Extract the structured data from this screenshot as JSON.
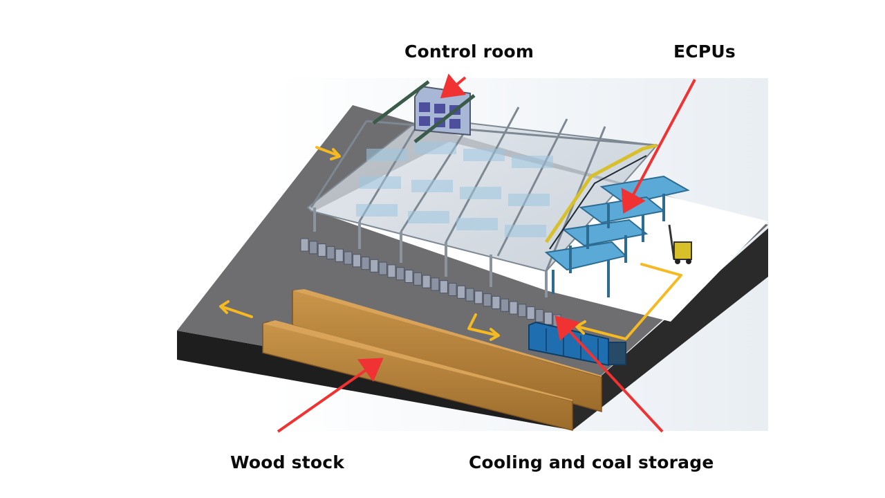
{
  "labels": {
    "control_room": "Control room",
    "ecpus": "ECPUs",
    "wood_stock": "Wood stock",
    "cooling_coal_storage": "Cooling and coal storage"
  },
  "colors": {
    "pointer_arrow": "#f03232",
    "flow_arrow": "#f5b921",
    "ground": "#6e6e70",
    "slab_edge": "#1e1e1e",
    "floor": "#ffffff",
    "roof": "#c9d0d8",
    "machinery": "#5aa9d6",
    "wood": "#b8863e",
    "truck": "#1f6fb0",
    "safety_rail": "#d8c02a"
  }
}
